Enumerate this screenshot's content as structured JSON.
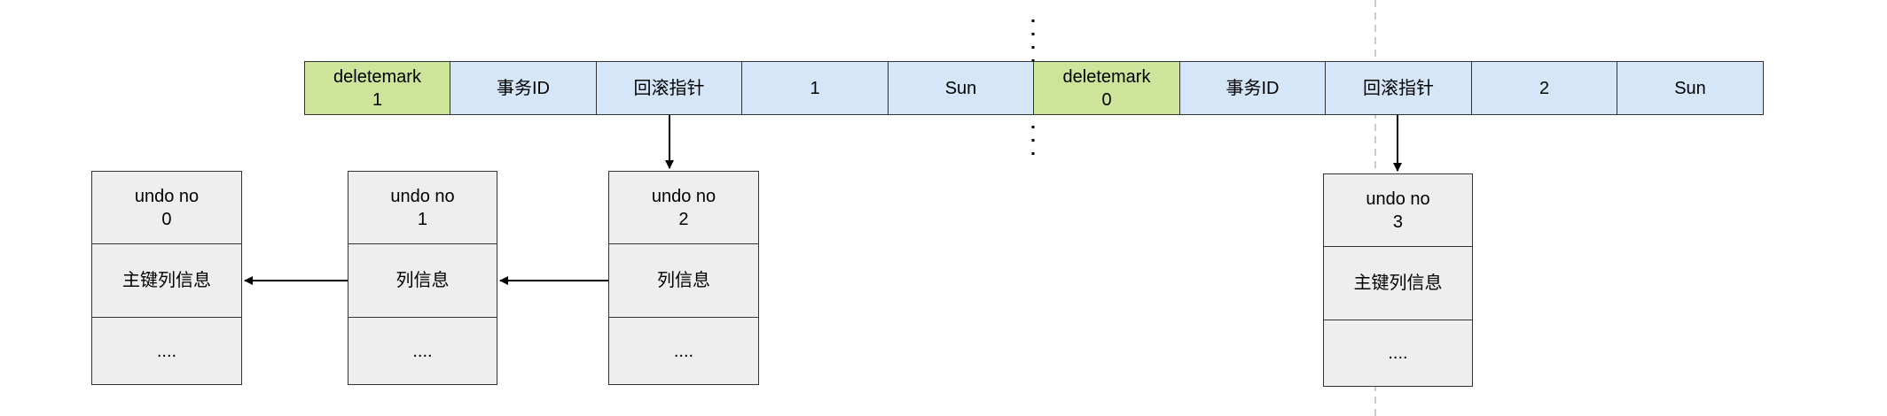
{
  "record1": {
    "deletemark": "deletemark\n1",
    "trx_id": "事务ID",
    "roll_ptr": "回滚指针",
    "col1": "1",
    "col2": "Sun"
  },
  "record2": {
    "deletemark": "deletemark\n0",
    "trx_id": "事务ID",
    "roll_ptr": "回滚指针",
    "col1": "2",
    "col2": "Sun"
  },
  "undo_logs": [
    {
      "no": "undo no\n0",
      "info": "主键列信息",
      "more": "...."
    },
    {
      "no": "undo no\n1",
      "info": "列信息",
      "more": "...."
    },
    {
      "no": "undo no\n2",
      "info": "列信息",
      "more": "...."
    },
    {
      "no": "undo no\n3",
      "info": "主键列信息",
      "more": "...."
    }
  ],
  "colors": {
    "deletemark_fill": "#cde49a",
    "field_fill": "#d4e6f8",
    "undo_fill": "#eeeeee",
    "stroke": "#333333"
  }
}
